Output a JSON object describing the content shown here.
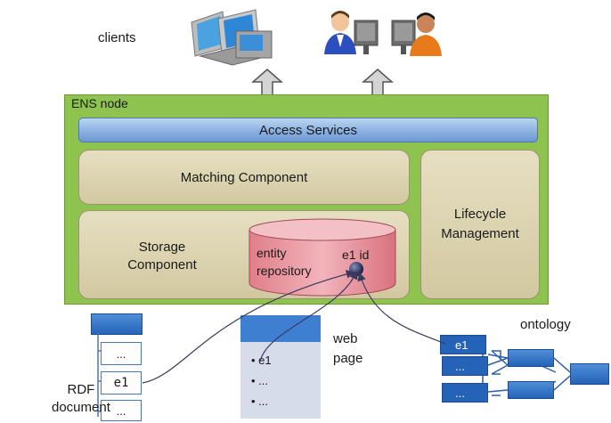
{
  "clients_label": "clients",
  "ens_node": {
    "label": "ENS node",
    "access_services": "Access Services",
    "matching_component": "Matching Component",
    "storage_component": [
      "Storage",
      "Component"
    ],
    "entity_repository": [
      "entity",
      "repository"
    ],
    "entity_id": "e1 id",
    "lifecycle_management": [
      "Lifecycle",
      "Management"
    ]
  },
  "rdf": {
    "label": [
      "RDF",
      "document"
    ],
    "items": [
      "...",
      "e1",
      "..."
    ]
  },
  "webpage": {
    "label": [
      "web",
      "page"
    ],
    "items": [
      "e1",
      "...",
      "..."
    ]
  },
  "ontology": {
    "label": "ontology",
    "items": [
      "e1",
      "...",
      "..."
    ]
  },
  "colors": {
    "ens_green": "#8ec34f",
    "access_blue": "#8fb4e3",
    "component_tan": "#d2c8a0",
    "repository_pink": "#e8a0a8",
    "node_blue": "#2463b8"
  },
  "icons": [
    "desktop-computers-icon",
    "users-at-computers-icon",
    "double-arrow-icon"
  ]
}
